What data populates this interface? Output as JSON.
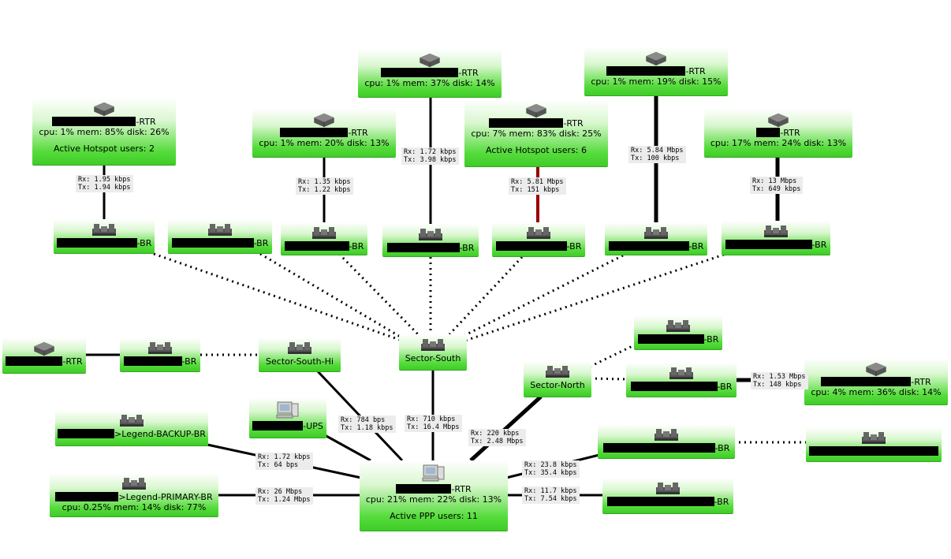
{
  "nodes": {
    "r1": {
      "suffix": "-RTR",
      "stats": "cpu: 1% mem: 85% disk: 26%",
      "extra": "Active Hotspot users: 2"
    },
    "r2": {
      "suffix": "-RTR",
      "stats": "cpu: 1% mem: 20% disk: 13%"
    },
    "r3": {
      "suffix": "-RTR",
      "stats": "cpu: 1% mem: 37% disk: 14%"
    },
    "r4": {
      "suffix": "-RTR",
      "stats": "cpu: 7% mem: 83% disk: 25%",
      "extra": "Active Hotspot users: 6"
    },
    "r5": {
      "suffix": "-RTR",
      "stats": "cpu: 1% mem: 19% disk: 15%"
    },
    "r6": {
      "suffix": "-RTR",
      "stats": "cpu: 17% mem: 24% disk: 13%"
    },
    "b1": {
      "suffix": "-BR"
    },
    "b2": {
      "suffix": "-BR"
    },
    "b3": {
      "suffix": "-BR"
    },
    "b4": {
      "suffix": "-BR"
    },
    "b5": {
      "suffix": "-BR"
    },
    "b6": {
      "suffix": "-BR"
    },
    "b7": {
      "suffix": "-BR"
    },
    "ss": {
      "name": "Sector-South"
    },
    "ssh": {
      "name": "Sector-South-Hi"
    },
    "sn": {
      "name": "Sector-North"
    },
    "wr": {
      "suffix": "-RTR"
    },
    "wb": {
      "suffix": "-BR"
    },
    "nb1": {
      "suffix": "-BR"
    },
    "nb2": {
      "suffix": "-BR"
    },
    "er": {
      "suffix": "-RTR",
      "stats": "cpu: 4% mem: 36% disk: 14%"
    },
    "ups": {
      "suffix": "-UPS"
    },
    "bk": {
      "suffix": ">Legend-BACKUP-BR"
    },
    "pr": {
      "suffix": ">Legend-PRIMARY-BR",
      "stats": "cpu: 0.25% mem: 14% disk: 77%"
    },
    "mr": {
      "suffix": "-RTR",
      "stats": "cpu: 21% mem: 22% disk: 13%",
      "extra": "Active PPP users: 11"
    },
    "mb1": {
      "suffix": "-BR"
    },
    "mb2": {
      "suffix": "-BR"
    },
    "fb": {
      "suffix": ""
    }
  },
  "links": {
    "l_r1b1": {
      "rx": "Rx: 1.95 kbps",
      "tx": "Tx: 1.94 kbps"
    },
    "l_r2b2": {
      "rx": "Rx: 1.35 kbps",
      "tx": "Tx: 1.22 kbps"
    },
    "l_r3b3": {
      "rx": "Rx: 1.72 kbps",
      "tx": "Tx: 3.98 kbps"
    },
    "l_r4b4": {
      "rx": "Rx: 5.81 Mbps",
      "tx": "Tx: 151 kbps"
    },
    "l_r5b5": {
      "rx": "Rx: 5.84 Mbps",
      "tx": "Tx: 100 kbps"
    },
    "l_r6b6": {
      "rx": "Rx: 13 Mbps",
      "tx": "Tx: 649 kbps"
    },
    "l_ssh_mr": {
      "rx": "Rx: 784 bps",
      "tx": "Tx: 1.18 kbps"
    },
    "l_ss_mr": {
      "rx": "Rx: 710 kbps",
      "tx": "Tx: 16.4 Mbps"
    },
    "l_sn_mr": {
      "rx": "Rx: 220 kbps",
      "tx": "Tx: 2.48 Mbps"
    },
    "l_nb2_er": {
      "rx": "Rx: 1.53 Mbps",
      "tx": "Tx: 148 kbps"
    },
    "l_bk_mr": {
      "rx": "Rx: 1.72 kbps",
      "tx": "Tx: 64 bps"
    },
    "l_pr_mr": {
      "rx": "Rx: 26 Mbps",
      "tx": "Tx: 1.24 Mbps"
    },
    "l_mr_mb1": {
      "rx": "Rx: 23.8 kbps",
      "tx": "Tx: 35.4 kbps"
    },
    "l_mr_mb2": {
      "rx": "Rx: 11.7 kbps",
      "tx": "Tx: 7.54 kbps"
    }
  },
  "icons": {
    "router": "router-icon",
    "bridge": "bridge-icon",
    "workstation": "workstation-icon"
  },
  "colors": {
    "node_green": "#3fcc28",
    "link_black": "#000000",
    "link_red": "#990000",
    "label_bg": "#ececec"
  }
}
